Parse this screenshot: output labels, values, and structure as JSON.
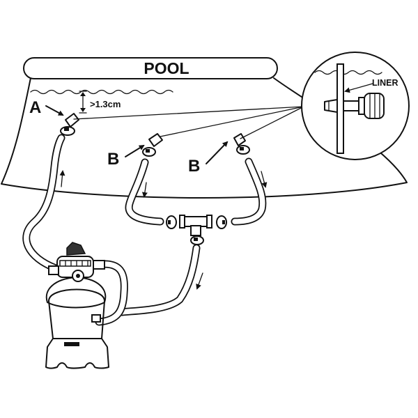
{
  "title": "POOL",
  "labels": {
    "inlet": "A",
    "outlet_left": "B",
    "outlet_right": "B",
    "depth": ">1.3cm",
    "liner": "LINER"
  },
  "colors": {
    "ink": "#111111",
    "background": "#ffffff",
    "filter_body": "#d9d9d9"
  }
}
